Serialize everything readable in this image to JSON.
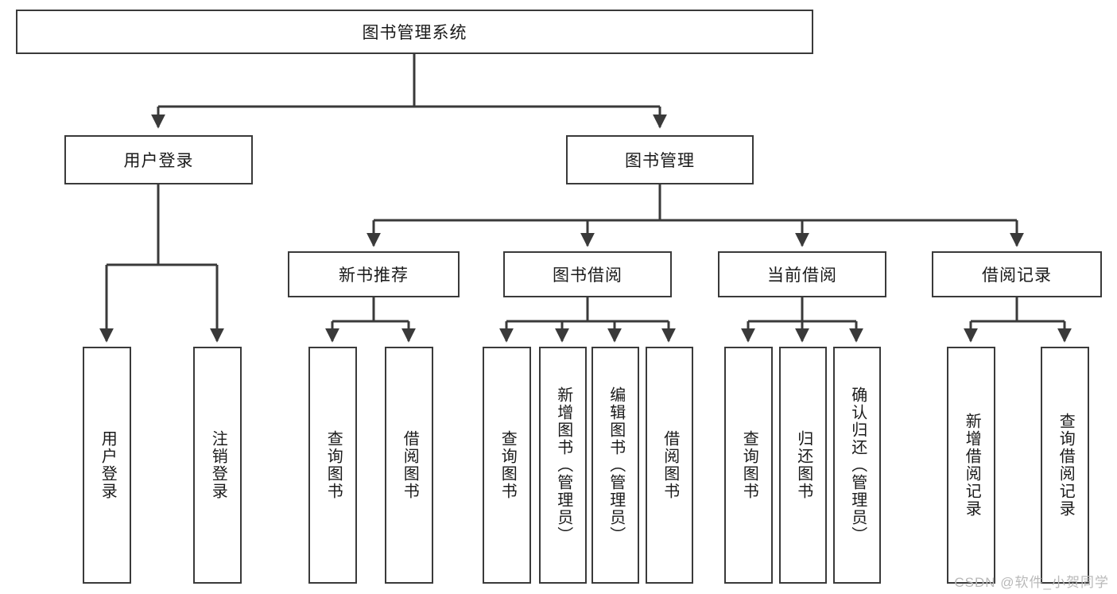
{
  "diagram": {
    "type": "tree-hierarchy-chart",
    "title_node": "图书管理系统",
    "watermark": "CSDN @软件_小贺同学",
    "colors": {
      "box_border": "#3a3a3a",
      "box_fill": "#ffffff",
      "connector": "#3a3a3a",
      "text": "#1a1a1a",
      "watermark": "#b9b9b9",
      "background": "#ffffff"
    },
    "nodes": {
      "root": {
        "label": "图书管理系统"
      },
      "level2": [
        {
          "label": "用户登录"
        },
        {
          "label": "图书管理"
        }
      ],
      "level3": [
        {
          "label": "新书推荐"
        },
        {
          "label": "图书借阅"
        },
        {
          "label": "当前借阅"
        },
        {
          "label": "借阅记录"
        }
      ],
      "leaves": {
        "user_login": [
          {
            "label": "用户登录"
          },
          {
            "label": "注销登录"
          }
        ],
        "new_book_recommend": [
          {
            "label": "查询图书"
          },
          {
            "label": "借阅图书"
          }
        ],
        "book_borrow": [
          {
            "label": "查询图书"
          },
          {
            "label": "新增图书（管理员）"
          },
          {
            "label": "编辑图书（管理员）"
          },
          {
            "label": "借阅图书"
          }
        ],
        "current_borrow": [
          {
            "label": "查询图书"
          },
          {
            "label": "归还图书"
          },
          {
            "label": "确认归还（管理员）"
          }
        ],
        "borrow_record": [
          {
            "label": "新增借阅记录"
          },
          {
            "label": "查询借阅记录"
          }
        ]
      }
    }
  }
}
